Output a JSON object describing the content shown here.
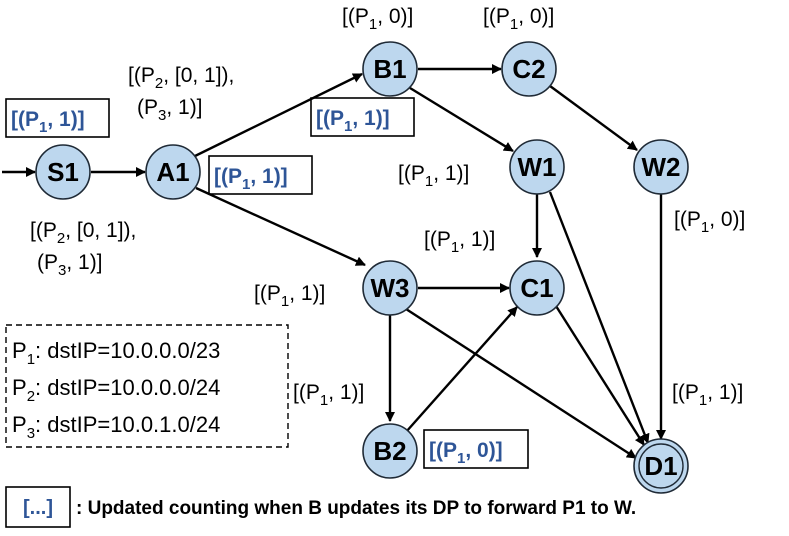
{
  "nodes": [
    {
      "id": "S1",
      "label": "S1"
    },
    {
      "id": "A1",
      "label": "A1"
    },
    {
      "id": "B1",
      "label": "B1"
    },
    {
      "id": "C2",
      "label": "C2"
    },
    {
      "id": "W1",
      "label": "W1"
    },
    {
      "id": "W2",
      "label": "W2"
    },
    {
      "id": "W3",
      "label": "W3"
    },
    {
      "id": "C1",
      "label": "C1"
    },
    {
      "id": "B2",
      "label": "B2"
    },
    {
      "id": "D1",
      "label": "D1"
    }
  ],
  "edges": [
    {
      "from": "in",
      "to": "S1"
    },
    {
      "from": "S1",
      "to": "A1"
    },
    {
      "from": "A1",
      "to": "B1"
    },
    {
      "from": "A1",
      "to": "W3"
    },
    {
      "from": "B1",
      "to": "C2"
    },
    {
      "from": "B1",
      "to": "W1"
    },
    {
      "from": "C2",
      "to": "W2"
    },
    {
      "from": "W1",
      "to": "C1"
    },
    {
      "from": "W1",
      "to": "D1"
    },
    {
      "from": "W2",
      "to": "D1"
    },
    {
      "from": "W3",
      "to": "C1"
    },
    {
      "from": "W3",
      "to": "B2"
    },
    {
      "from": "W3",
      "to": "D1"
    },
    {
      "from": "B2",
      "to": "C1"
    },
    {
      "from": "C1",
      "to": "D1"
    }
  ],
  "annotations": {
    "s1_updated": "[(P1, 1)]",
    "s1_below": "[(P2, [0, 1]), (P3, 1)]",
    "a1_above": "[(P2, [0, 1]), (P3, 1)]",
    "a1_updated": "[(P1, 1)]",
    "b1_above": "[(P1, 0)]",
    "b1_updated": "[(P1, 1)]",
    "c2_above": "[(P1, 0)]",
    "w1_left": "[(P1, 1)]",
    "w2_below": "[(P1, 0)]",
    "c1_above": "[(P1, 1)]",
    "w3_left": "[(P1, 1)]",
    "b2_above": "[(P1, 1)]",
    "b2_updated": "[(P1, 0)]",
    "d1_above": "[(P1, 1)]"
  },
  "legend": {
    "lines": [
      "P1: dstIP=10.0.0.0/23",
      "P2: dstIP=10.0.0.0/24",
      "P3: dstIP=10.0.1.0/24"
    ]
  },
  "footer": {
    "key": "[...]",
    "text": ": Updated counting when B updates its DP to forward P1 to W."
  }
}
